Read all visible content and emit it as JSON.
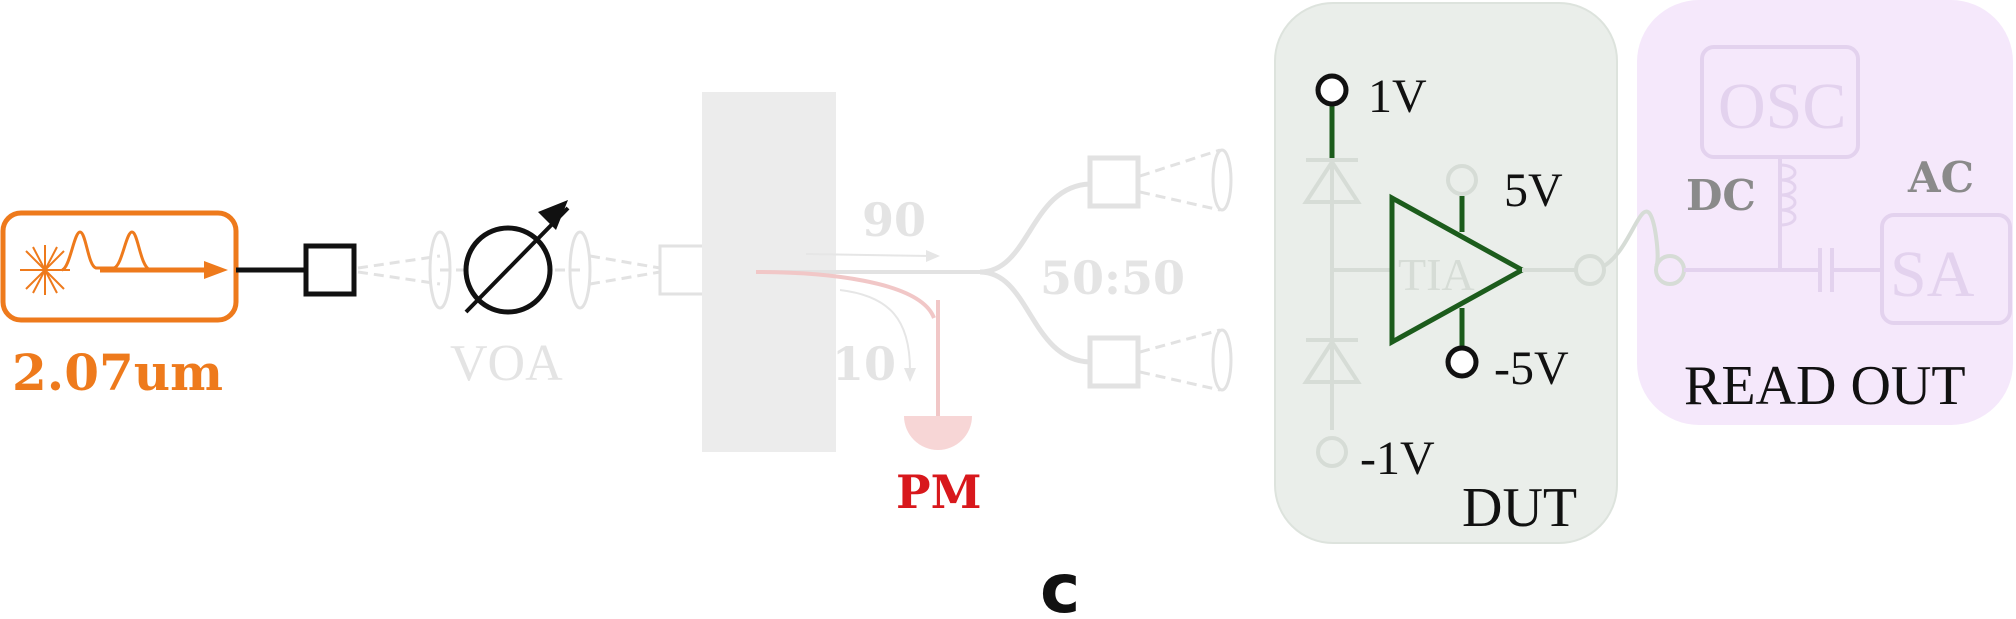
{
  "colors": {
    "laser": "#ee7a1c",
    "faded_line": "#e2e2e2",
    "faded_text": "#e4e4e4",
    "dut_bg": "#eaeeea",
    "readout_bg": "#f5e8fb",
    "amp_green": "#1c5c1c",
    "pm_red": "#d8181c",
    "black": "#111111",
    "gray_text": "#8a8a8a",
    "purple_faint": "#e3d2ee"
  },
  "laser": {
    "wavelength_label": "2.07um"
  },
  "voa": {
    "label": "VOA"
  },
  "splitter": {
    "tap_90": "90",
    "tap_10": "10",
    "ratio_label": "50:50"
  },
  "power_meter": {
    "label": "PM"
  },
  "dut": {
    "label": "DUT",
    "amp_label": "TIA",
    "bias_top": "1V",
    "bias_bottom": "-1V",
    "supply_pos": "5V",
    "supply_neg": "-5V"
  },
  "readout": {
    "label": "READ OUT",
    "osc_label": "OSC",
    "sa_label": "SA",
    "dc_label": "DC",
    "ac_label": "AC"
  },
  "panel_label": "c"
}
